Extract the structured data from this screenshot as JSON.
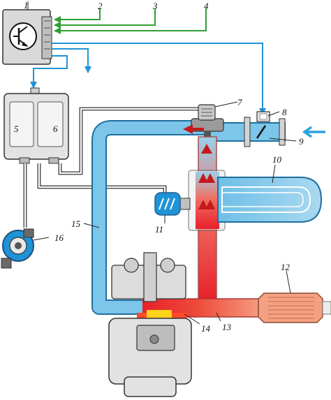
{
  "callouts": {
    "c1": "1",
    "c2": "2",
    "c3": "3",
    "c4": "4",
    "c5": "5",
    "c6": "6",
    "c7": "7",
    "c8": "8",
    "c9": "9",
    "c10": "10",
    "c11": "11",
    "c12": "12",
    "c13": "13",
    "c14": "14",
    "c15": "15",
    "c16": "16"
  },
  "colors": {
    "signal_line": "#2e9e35",
    "control_line": "#1f93d6",
    "fresh_air": "#7cc6ea",
    "exhaust_hot": "#e8202a",
    "exhaust_warm": "#f0705a",
    "flow_arrow": "#c41a1a",
    "intake_arrow": "#29a3e0",
    "vacuum_line": "#555555",
    "component_gray": "#d9d9d9"
  },
  "icons": {
    "ecu_symbol": "transistor-icon",
    "flow_arrows": "arrow-icon"
  }
}
